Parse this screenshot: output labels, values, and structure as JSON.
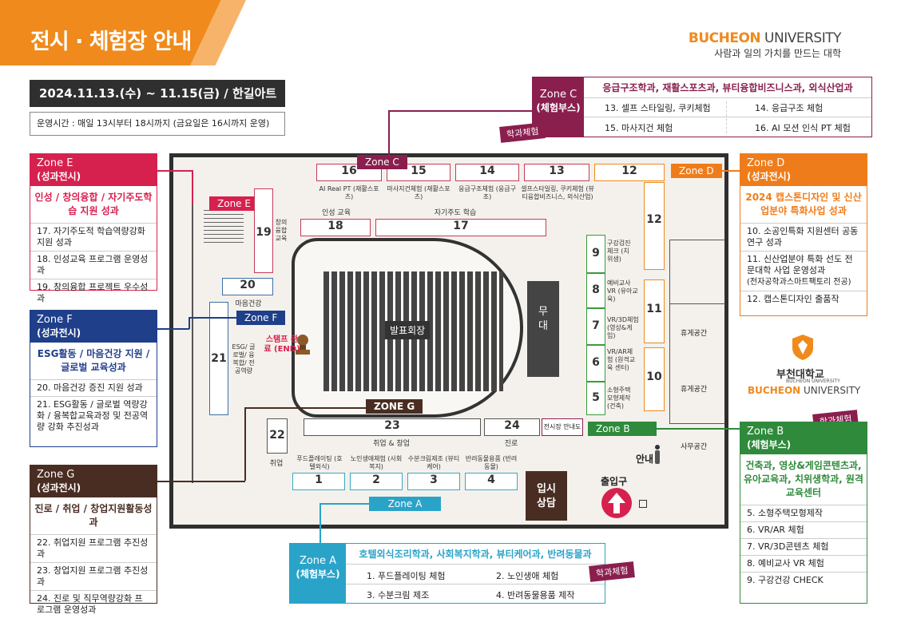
{
  "header": {
    "title": "전시 · 체험장 안내",
    "brand_main": "BUCHEON",
    "brand_uni": " UNIVERSITY",
    "slogan": "사람과 일의 가치를 만드는 대학"
  },
  "event": {
    "date": "2024.11.13.(수) ~ 11.15(금) / 한길아트홀",
    "hours": "운영시간 : 매일 13시부터 18시까지 (금요일은 16시까지 운영)"
  },
  "colors": {
    "orange": "#f08a1c",
    "zone_c": "#8a1f4e",
    "zone_e": "#d6214f",
    "zone_f": "#1f3f8a",
    "zone_g": "#4a2d22",
    "zone_a": "#2aa3c9",
    "zone_b": "#2f8a3b",
    "zone_d": "#ef7c1a"
  },
  "zone_c": {
    "name": "Zone C",
    "type": "(체험부스)",
    "depts": "응급구조학과, 재활스포츠과, 뷰티융합비즈니스과, 외식산업과",
    "items": [
      "13. 셀프 스타일링, 쿠키체험",
      "14. 응급구조 체험",
      "15. 마사지건 체험",
      "16. AI 모션 인식 PT 체험"
    ],
    "tag": "학과체험"
  },
  "zone_e": {
    "name": "Zone E",
    "type": "(성과전시)",
    "subtitle": "인성 / 창의융합 / 자기주도학습 지원 성과",
    "items": [
      "17. 자기주도적 학습역량강화 지원 성과",
      "18. 인성교육 프로그램 운영성과",
      "19. 창의융합 프로젝트 우수성과"
    ]
  },
  "zone_f": {
    "name": "Zone F",
    "type": "(성과전시)",
    "subtitle": "ESG활동 / 마음건강 지원 / 글로벌 교육성과",
    "items": [
      "20. 마음건강 증진 지원 성과",
      "21. ESG활동 / 글로벌 역량강화 / 융복합교육과정 및 전공역량 강화 추진성과"
    ]
  },
  "zone_g": {
    "name": "Zone G",
    "type": "(성과전시)",
    "subtitle": "진로 / 취업 / 창업지원활동성과",
    "items": [
      "22. 취업지원 프로그램 추진성과",
      "23. 창업지원 프로그램 추진성과",
      "24. 진로 및 직무역량강화 프로그램 운영성과"
    ]
  },
  "zone_d": {
    "name": "Zone D",
    "type": "(성과전시)",
    "subtitle": "2024 캡스톤디자인 및 신산업분야 특화사업 성과",
    "items": [
      "10. 소공인특화 지원센터 공동연구 성과",
      "11. 신산업분야 특화 선도 전문대학 사업 운영성과",
      "(전자공학과스마트팩토리 전공)",
      "12. 캡스톤디자인 출품작"
    ]
  },
  "zone_b": {
    "name": "Zone B",
    "type": "(체험부스)",
    "depts": "건축과, 영상&게임콘텐츠과, 유아교육과, 치위생학과, 원격교육센터",
    "items": [
      "5. 소형주택모형제작",
      "6. VR/AR 체험",
      "7. VR/3D콘텐츠 체험",
      "8. 예비교사 VR 체험",
      "9. 구강건강 CHECK"
    ],
    "tag": "학과체험"
  },
  "zone_a": {
    "name": "Zone A",
    "type": "(체험부스)",
    "depts": "호텔외식조리학과, 사회복지학과, 뷰티케어과, 반려동물과",
    "items": [
      "1. 푸드플레이팅 체험",
      "2. 노인생애 체험",
      "3. 수분크림 제조",
      "4. 반려동물용품 제작"
    ],
    "tag": "학과체험"
  },
  "logo": {
    "kr": "부천대학교",
    "en_small": "BUCHEON UNIVERSITY",
    "en_big_a": "BUCHEON",
    "en_big_b": " UNIVERSITY"
  },
  "map": {
    "top_booths": [
      {
        "num": "16",
        "label": "AI Real PT (재활스포츠)"
      },
      {
        "num": "15",
        "label": "마사지건체험 (재활스포츠)"
      },
      {
        "num": "14",
        "label": "응급구조체험 (응급구조)"
      },
      {
        "num": "13",
        "label": "셀프스타일링, 쿠키체험 (뷰티융합비즈니스, 외식산업)"
      }
    ],
    "b12": "12",
    "b12_side": "12",
    "b11": "11",
    "b10": "10",
    "b18": "18",
    "b18_label": "인성 교육",
    "b17": "17",
    "b17_label": "자기주도 학습",
    "b19": "19",
    "b19_label": "창의 융합 교육",
    "b20": "20",
    "b20_label": "마음건강",
    "b21": "21",
    "b21_label": "ESG/ 글로벌/ 융복합/ 전공역량",
    "b22": "22",
    "b22_label": "취업",
    "b23": "23",
    "b23_label": "취업 & 창업",
    "b24": "24",
    "b24_label": "진로",
    "guide_box": "전시장 안내도",
    "green_booths": [
      {
        "num": "9",
        "label": "구강검진 체크 (치위생)"
      },
      {
        "num": "8",
        "label": "예비교사VR (유아교육)"
      },
      {
        "num": "7",
        "label": "VR/3D체험 (영상&게임)"
      },
      {
        "num": "6",
        "label": "VR/AR체험 (원격교육 센터)"
      },
      {
        "num": "5",
        "label": "소형주택 모형제작 (건축)"
      }
    ],
    "bottom_booths": [
      {
        "num": "1",
        "label": "푸드플레이팅 (호텔외식)"
      },
      {
        "num": "2",
        "label": "노인생애체험 (사회복지)"
      },
      {
        "num": "3",
        "label": "수분크림제조 (뷰티케어)"
      },
      {
        "num": "4",
        "label": "반려동물용품 (반려동물)"
      }
    ],
    "presentation": "발표회장",
    "stage": "무대",
    "stamp": "스탬프 완료 (END)",
    "admission": "입시 상담",
    "entrance": "출입구",
    "info": "안내",
    "lounge1": "휴게공간",
    "lounge2": "휴게공간",
    "office": "사무공간",
    "tags": {
      "c": "Zone C",
      "d": "Zone D",
      "e": "Zone E",
      "f": "Zone F",
      "g": "ZONE G",
      "a": "Zone A",
      "b": "Zone B"
    }
  }
}
